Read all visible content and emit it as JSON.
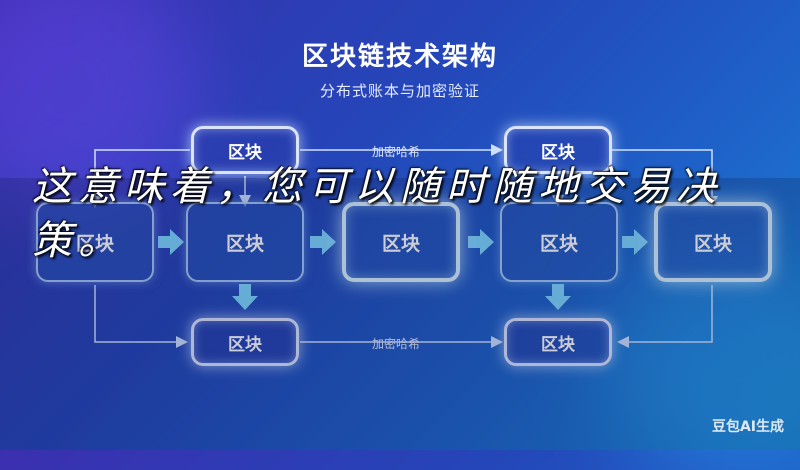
{
  "title": "区块链技术架构",
  "subtitle": "分布式账本与加密验证",
  "block_label": "区块",
  "link_label": "加密哈希",
  "caption": "这意味着，您可以随时随地交易决策。",
  "watermark": "豆包AI生成"
}
